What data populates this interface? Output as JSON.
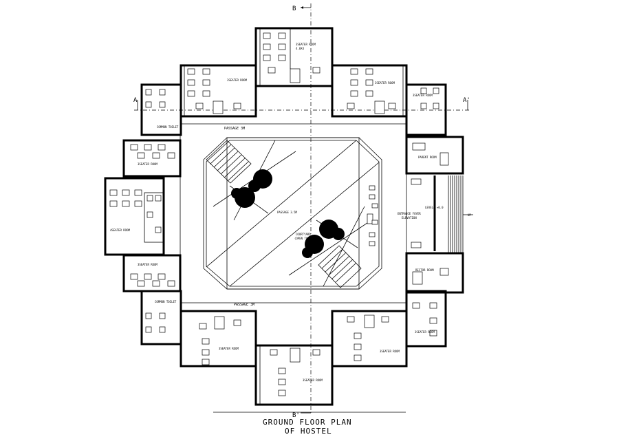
{
  "title": {
    "line1": "GROUND  FLOOR PLAN",
    "line2": "OF HOSTEL"
  },
  "section_marks": {
    "top": "B",
    "bottom": "B'",
    "left": "A",
    "right": "A'"
  },
  "rooms": {
    "seater_top": "3SEATER ROOM",
    "seater_top_right": "3SEATER ROOM",
    "seater_far_right": "3SEATER ROOM",
    "seater_top_left": "3SEATER ROOM",
    "seater_left_upper": "3SEATER ROOM",
    "seater_left_mid": "4SEATER ROOM",
    "seater_left_lower": "3SEATER ROOM",
    "seater_bottom_left": "3SEATER ROOM",
    "seater_bottom": "3SEATER ROOM",
    "seater_bottom_right": "3SEATER ROOM",
    "seater_right_lower": "3SEATER ROOM",
    "common_toilet_top": "COMMON TOILET",
    "common_toilet_bottom": "COMMON TOILET",
    "parent_room": "PARENT ROOM",
    "rector_room": "RECTOR ROOM",
    "entrance_foyer": "ENTRANCE FOYER",
    "entrance_foyer_sub": "ELEVATION",
    "level": "LEVEL= +0.0",
    "up": "UP",
    "passage_top": "PASSAGE 3M",
    "passage_bottom": "PASSAGE 3M",
    "passage_center": "PASSAGE 3.5M",
    "courtyard": "COURTYARD",
    "courtyard_sub": "(OPEN TO SKY)",
    "dim": "4.0X4"
  }
}
